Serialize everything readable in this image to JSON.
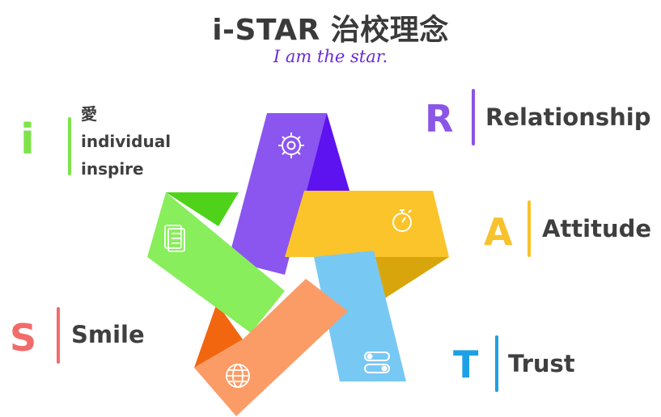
{
  "title": "i-STAR 治校理念",
  "motto": "I am the star.",
  "values": [
    {
      "letter": "i",
      "color": "#7ee34a",
      "lines": [
        "愛",
        "individual",
        "inspire"
      ],
      "icon": "document-icon"
    },
    {
      "letter": "S",
      "color": "#f26b6b",
      "label": "Smile",
      "icon": "globe-icon"
    },
    {
      "letter": "T",
      "color": "#1ea0e6",
      "label": "Trust",
      "icon": "toggle-icon"
    },
    {
      "letter": "A",
      "color": "#f8c22c",
      "label": "Attitude",
      "icon": "stopwatch-icon"
    },
    {
      "letter": "R",
      "color": "#8b55e6",
      "label": "Relationship",
      "icon": "gear-icon"
    }
  ]
}
